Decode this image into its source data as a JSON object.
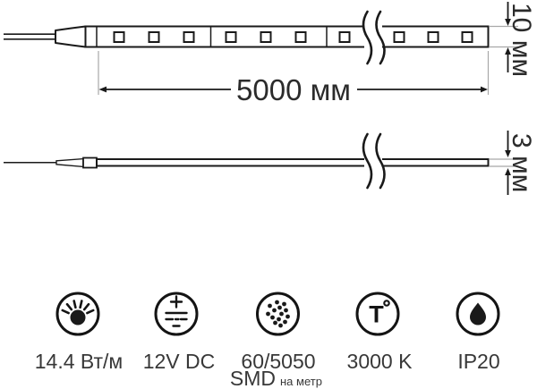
{
  "product": "LED strip specification diagram",
  "dimensions": {
    "length": "5000 мм",
    "height": "10 мм",
    "thickness": "3 мм"
  },
  "features": [
    {
      "name": "power-per-meter",
      "icon": "light-shine-icon",
      "label": "14.4 Вт/м"
    },
    {
      "name": "voltage",
      "icon": "dc-voltage-icon",
      "label": "12V DC"
    },
    {
      "name": "led-density",
      "icon": "smd-dots-icon",
      "label": "60/5050",
      "label2": "SMD",
      "label2_note": "на метр"
    },
    {
      "name": "color-temperature",
      "icon": "temperature-icon",
      "glyph": "T",
      "label": "3000 K"
    },
    {
      "name": "protection-rating",
      "icon": "water-drop-icon",
      "label": "IP20"
    }
  ],
  "colors": {
    "line": "#1a1a1a",
    "extension_line": "#a8a8a8",
    "background": "#ffffff",
    "text": "#2b2b2b"
  }
}
